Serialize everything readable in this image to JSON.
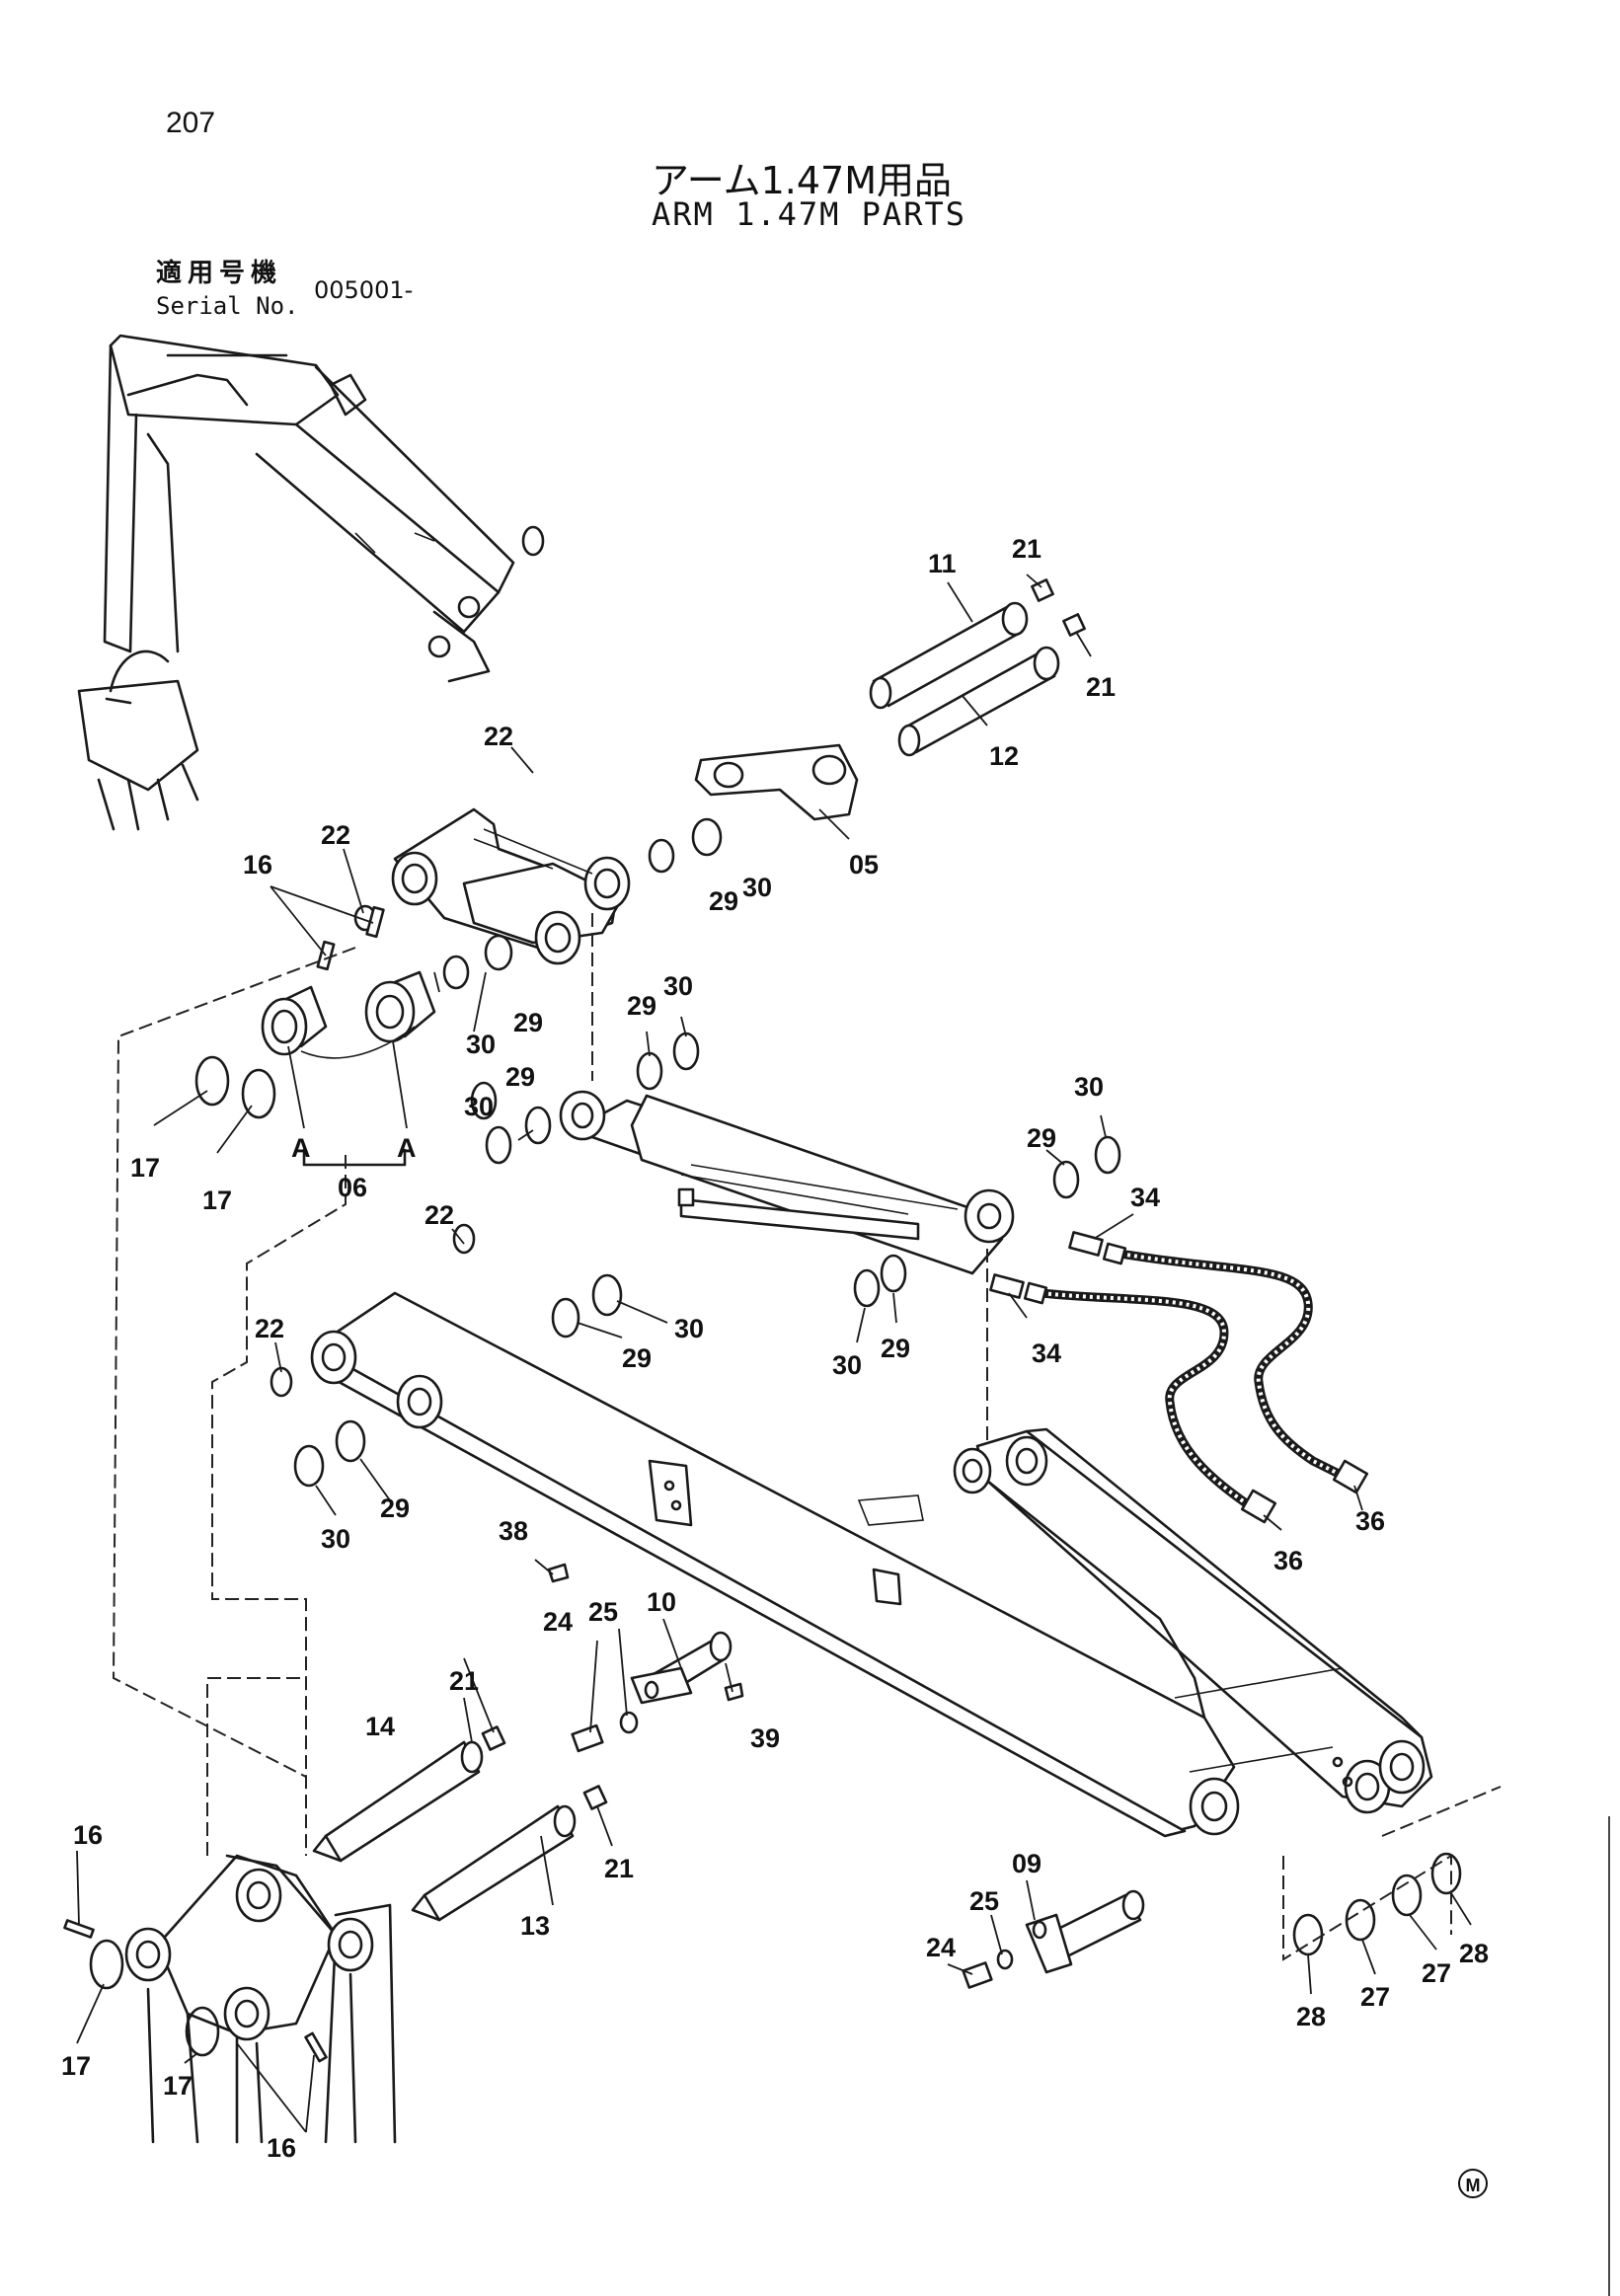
{
  "header": {
    "page_number": "207",
    "title_jp": "アーム1.47M用品",
    "title_en": "ARM 1.47M PARTS",
    "serial_label_jp": "適用号機",
    "serial_label_en": "Serial No.",
    "serial_value": "005001-"
  },
  "callouts": {
    "c05": "05",
    "c06": "06",
    "c09": "09",
    "c10": "10",
    "c11": "11",
    "c12": "12",
    "c13": "13",
    "c14": "14",
    "c16a": "16",
    "c16b": "16",
    "c16c": "16",
    "c17a": "17",
    "c17b": "17",
    "c17c": "17",
    "c17d": "17",
    "c21a": "21",
    "c21b": "21",
    "c21c": "21",
    "c21d": "21",
    "c22a": "22",
    "c22b": "22",
    "c22c": "22",
    "c22d": "22",
    "c24a": "24",
    "c24b": "24",
    "c25a": "25",
    "c25b": "25",
    "c27a": "27",
    "c27b": "27",
    "c28a": "28",
    "c28b": "28",
    "c29a": "29",
    "c29b": "29",
    "c29c": "29",
    "c29d": "29",
    "c29e": "29",
    "c29f": "29",
    "c29g": "29",
    "c29h": "29",
    "c30a": "30",
    "c30b": "30",
    "c30c": "30",
    "c30d": "30",
    "c30e": "30",
    "c30f": "30",
    "c30g": "30",
    "c30h": "30",
    "c34a": "34",
    "c34b": "34",
    "c36a": "36",
    "c36b": "36",
    "c38": "38",
    "c39": "39",
    "cAa": "A",
    "cAb": "A"
  },
  "corner_mark": "M"
}
